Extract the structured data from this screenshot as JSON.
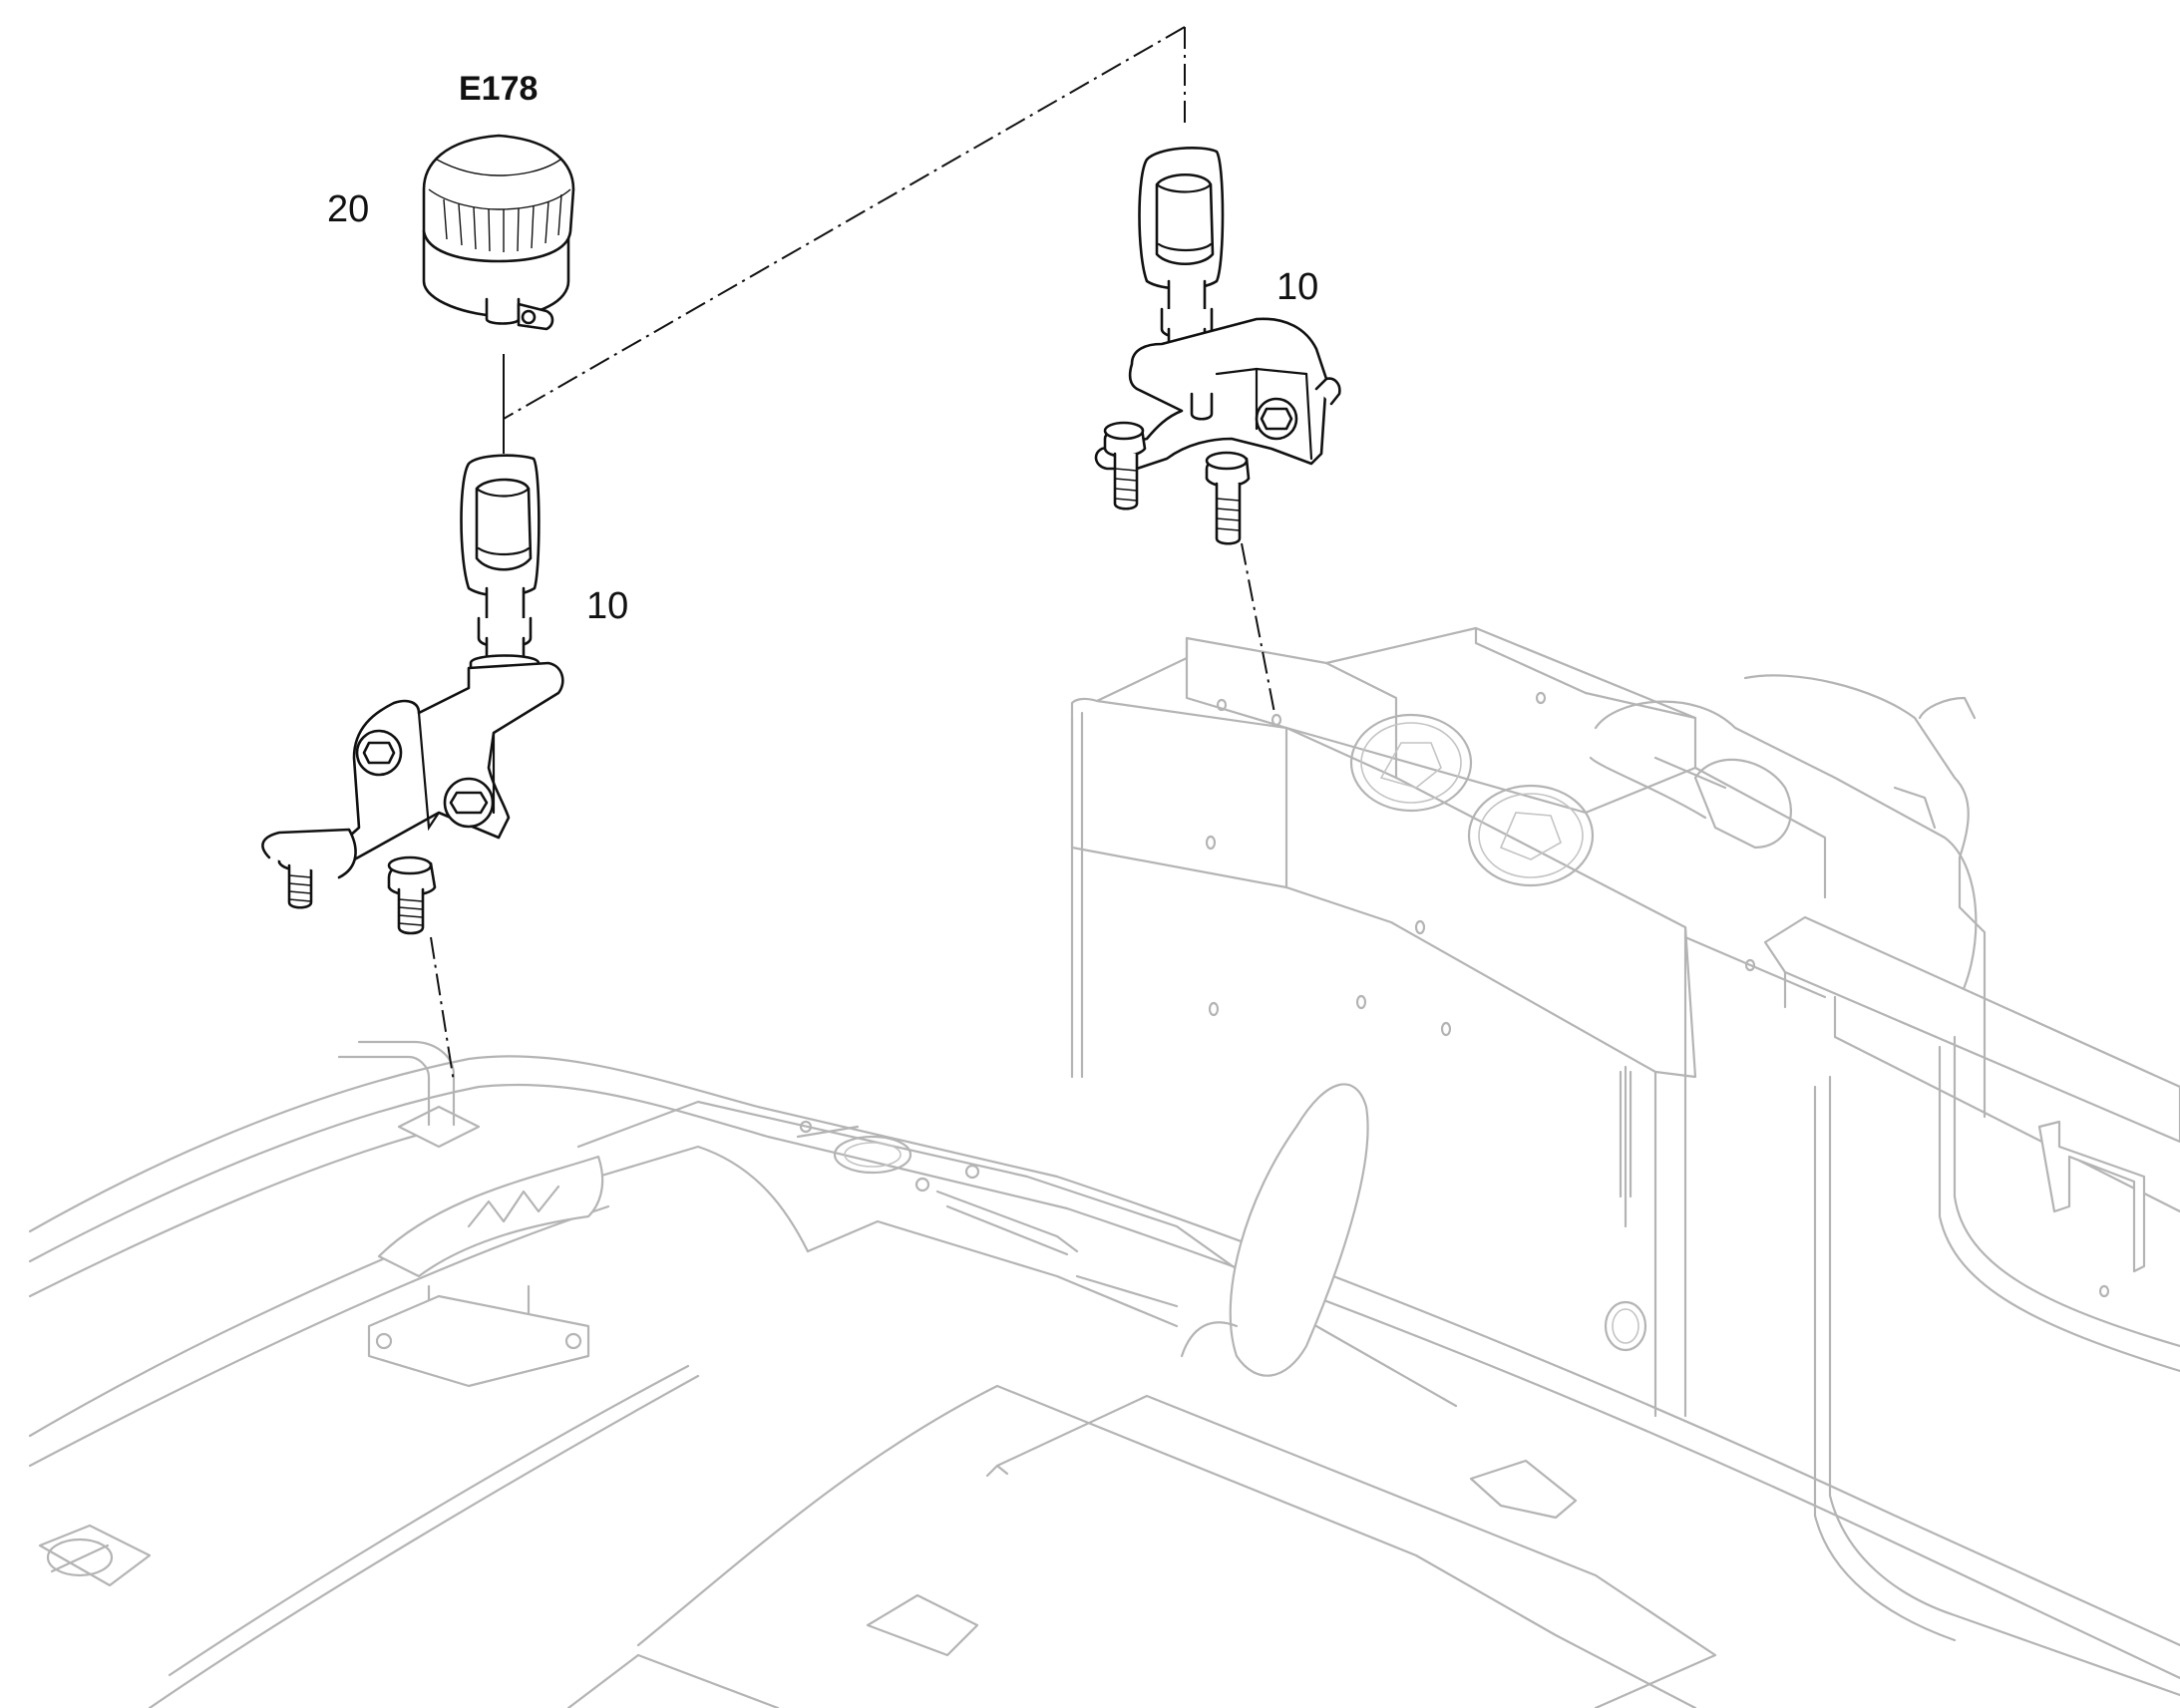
{
  "labels": {
    "component_code": "E178",
    "beacon_item": "20",
    "left_bracket_item": "10",
    "right_bracket_item": "10"
  },
  "parts": [
    {
      "item": "20",
      "name": "rotating-beacon"
    },
    {
      "item": "10",
      "name": "beacon-mount-bracket-left"
    },
    {
      "item": "10",
      "name": "beacon-mount-bracket-right"
    }
  ],
  "colors": {
    "part_stroke": "#111111",
    "background_stroke": "#b4b4b4",
    "background": "#ffffff"
  }
}
